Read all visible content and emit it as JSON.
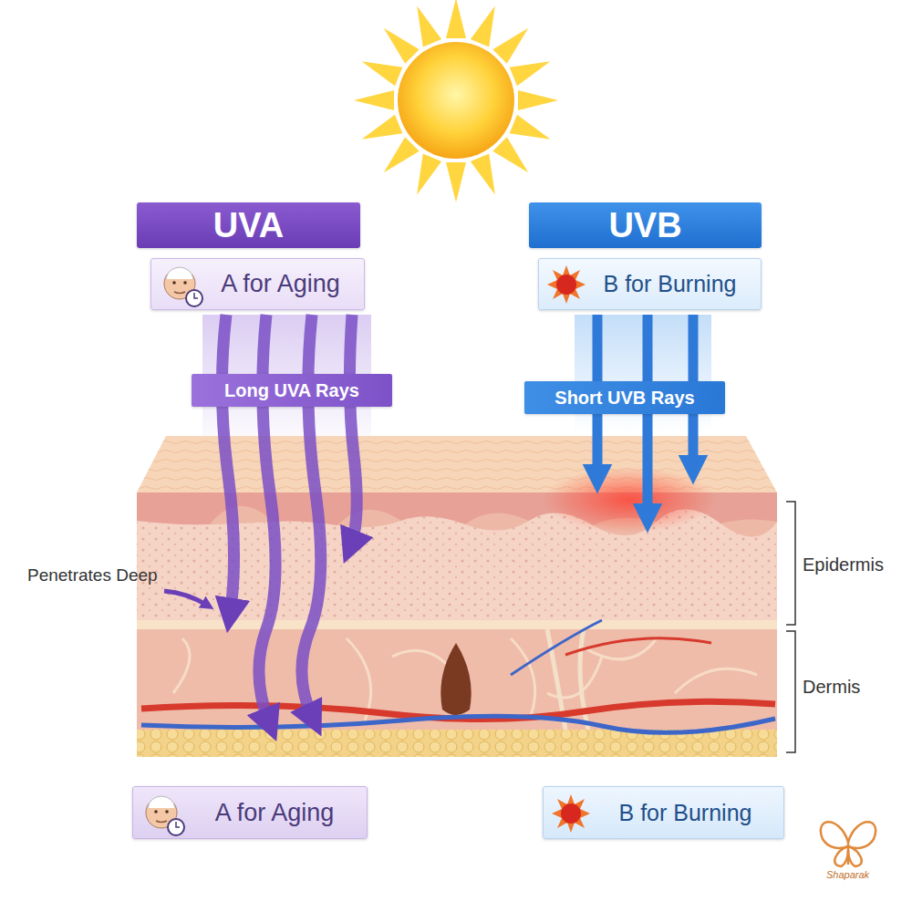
{
  "diagram": {
    "nodes": [
      {
        "text": [
          "UVA"
        ]
      },
      {
        "text": [
          "A for Aging"
        ]
      },
      {
        "text": [
          "Long UVA Rays"
        ]
      },
      {
        "text": [
          "UVB"
        ]
      },
      {
        "text": [
          "B for Burning"
        ]
      },
      {
        "text": [
          "Short UVB Rays"
        ]
      },
      {
        "text": [
          "A for Aging"
        ]
      },
      {
        "text": [
          "B for Burning"
        ]
      }
    ],
    "labels": [
      "Penetrates Deep",
      "Epidermis",
      "Dermis",
      "Shaparak"
    ]
  }
}
